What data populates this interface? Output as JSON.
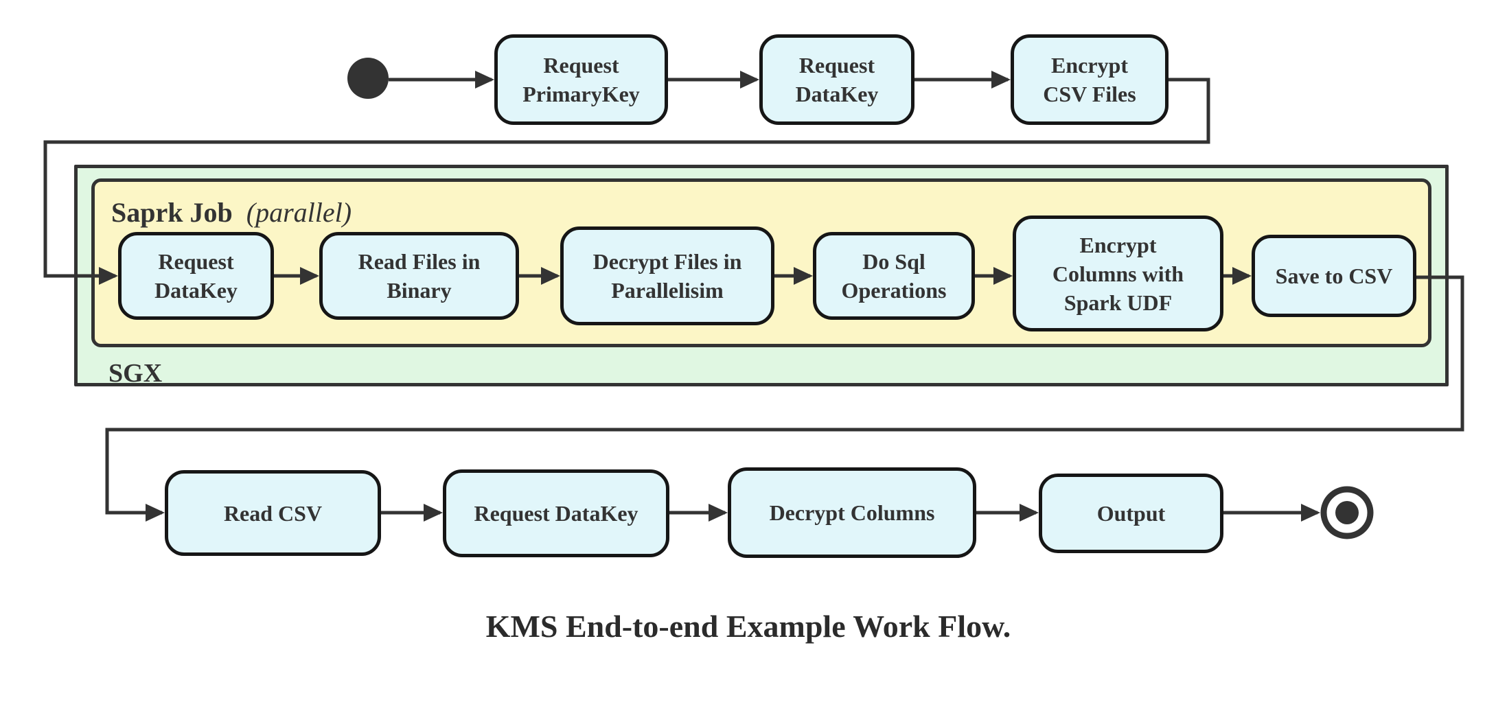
{
  "title": "KMS End-to-end Example Work Flow.",
  "groups": {
    "sgx": {
      "label": "SGX"
    },
    "spark": {
      "label_bold": "Saprk Job",
      "label_italic": "(parallel)"
    }
  },
  "rows": {
    "top": [
      {
        "id": "request-primarykey",
        "lines": [
          "Request",
          "PrimaryKey"
        ]
      },
      {
        "id": "request-datakey",
        "lines": [
          "Request",
          "DataKey"
        ]
      },
      {
        "id": "encrypt-csv-files",
        "lines": [
          "Encrypt",
          "CSV Files"
        ]
      }
    ],
    "middle": [
      {
        "id": "request-datakey-sgx",
        "lines": [
          "Request",
          "DataKey"
        ]
      },
      {
        "id": "read-files-in-binary",
        "lines": [
          "Read Files in",
          "Binary"
        ]
      },
      {
        "id": "decrypt-files-in-parallelisim",
        "lines": [
          "Decrypt Files in",
          "Parallelisim"
        ]
      },
      {
        "id": "do-sql-operations",
        "lines": [
          "Do Sql",
          "Operations"
        ]
      },
      {
        "id": "encrypt-columns-with-spark-udf",
        "lines": [
          "Encrypt",
          "Columns with",
          "Spark UDF"
        ]
      },
      {
        "id": "save-to-csv",
        "lines": [
          "Save to CSV"
        ]
      }
    ],
    "bottom": [
      {
        "id": "read-csv",
        "lines": [
          "Read CSV"
        ]
      },
      {
        "id": "request-datakey-client",
        "lines": [
          "Request DataKey"
        ]
      },
      {
        "id": "decrypt-columns",
        "lines": [
          "Decrypt Columns"
        ]
      },
      {
        "id": "output",
        "lines": [
          "Output"
        ]
      }
    ]
  },
  "markers": {
    "start_node": "filled-circle",
    "end_node": "bullseye-circle"
  },
  "colors": {
    "node_fill": "#e1f6fa",
    "node_border": "#161616",
    "container_yellow": "#fcf6c6",
    "container_green": "#e0f7e2",
    "container_border": "#333333",
    "edge": "#333333",
    "text": "#333333"
  }
}
